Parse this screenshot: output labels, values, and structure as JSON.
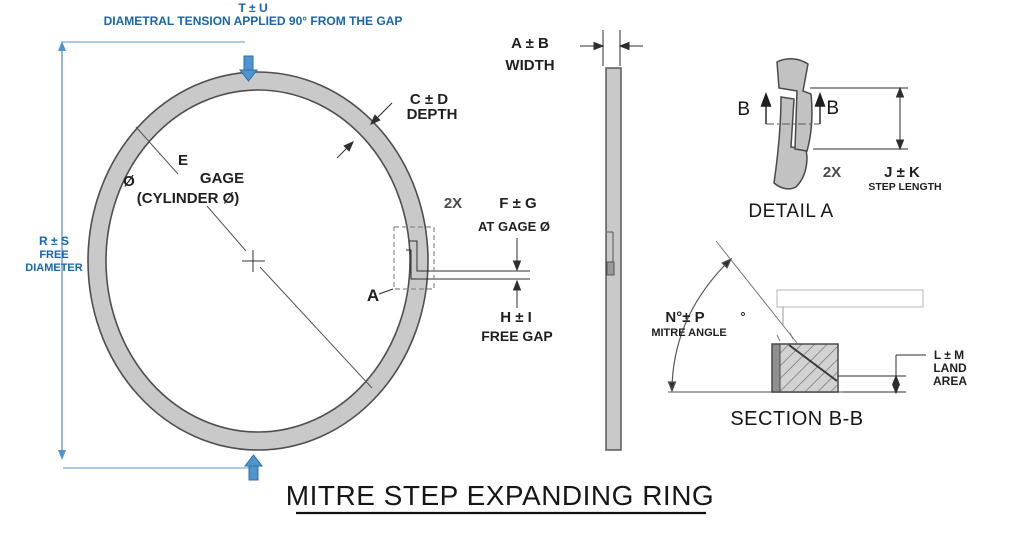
{
  "title": "MITRE STEP EXPANDING RING",
  "colors": {
    "annotation_blue": "#1766ae",
    "arrow_blue": "#4e94ce",
    "line_black": "#2e2e2e",
    "ring_fill": "#c9c9c9",
    "ring_stroke": "#4f4f4f",
    "hatch_gray": "#6b6b6b"
  },
  "front_view": {
    "tension_value": "T  ±  U",
    "tension_label": "DIAMETRAL TENSION APPLIED 90° FROM THE GAP",
    "free_dia_value": "R  ±  S",
    "free_dia_line1": "FREE",
    "free_dia_line2": "DIAMETER",
    "depth_value": "C ± D",
    "depth_label": "DEPTH",
    "gage_point_label": "E",
    "gage_dia_symbol": "Ø",
    "gage_line1": "GAGE",
    "gage_line2": "(CYLINDER Ø)",
    "gap_qty": "2X",
    "at_gage_value": "F ± G",
    "at_gage_label": "AT GAGE Ø",
    "free_gap_value": "H ± I",
    "free_gap_label": "FREE GAP",
    "detail_callout": "A"
  },
  "side_view": {
    "width_value": "A ± B",
    "width_label": "WIDTH"
  },
  "detail_a": {
    "section_arrow_left": "B",
    "section_arrow_right": "B",
    "qty": "2X",
    "step_value": "J ± K",
    "step_label": "STEP LENGTH",
    "caption": "DETAIL A"
  },
  "section_bb": {
    "angle_value": "N°± P",
    "angle_label": "MITRE ANGLE",
    "degree_symbol": "°",
    "land_value": "L  ±  M",
    "land_line1": "LAND",
    "land_line2": "AREA",
    "caption": "SECTION B-B"
  }
}
